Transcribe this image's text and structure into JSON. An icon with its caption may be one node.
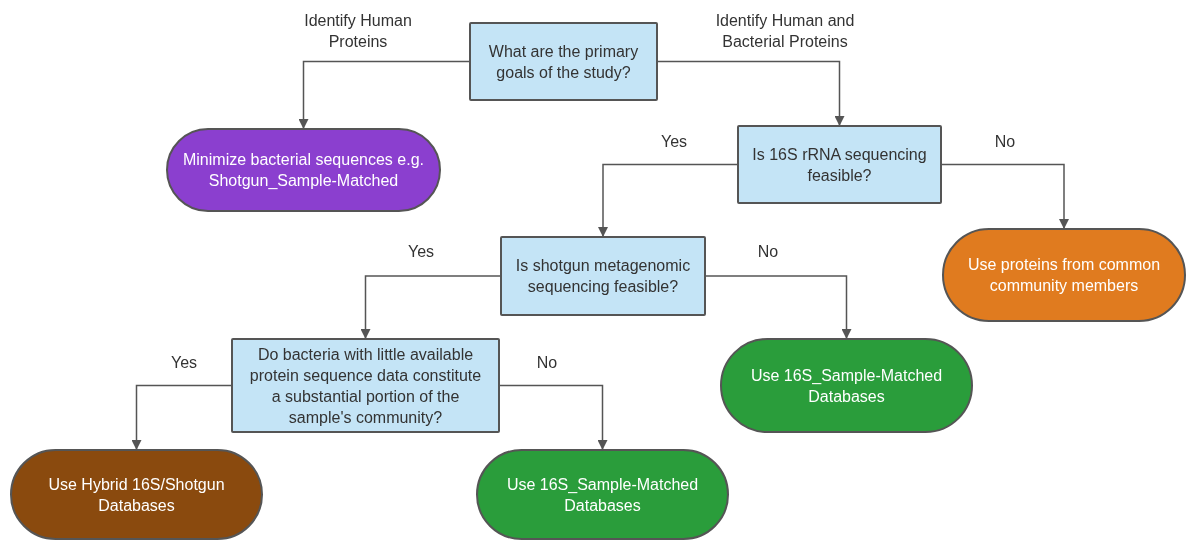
{
  "diagram": {
    "nodes": [
      {
        "text": [
          "What are the primary goals of the study?"
        ]
      },
      {
        "text": [
          "Minimize bacterial sequences e.g. Shotgun_Sample-Matched"
        ]
      },
      {
        "text": [
          "Is 16S rRNA sequencing feasible?"
        ]
      },
      {
        "text": [
          "Use proteins from common community members"
        ]
      },
      {
        "text": [
          "Is shotgun metagenomic sequencing feasible?"
        ]
      },
      {
        "text": [
          "Use 16S_Sample-Matched Databases"
        ]
      },
      {
        "text": [
          "Do bacteria with little available protein sequence data constitute a substantial portion of the sample's community?"
        ]
      },
      {
        "text": [
          "Use Hybrid 16S/Shotgun Databases"
        ]
      },
      {
        "text": [
          "Use 16S_Sample-Matched Databases"
        ]
      }
    ],
    "edges": [
      {
        "from": 0,
        "to": 1,
        "arrow": "to",
        "label": "Identify Human Proteins"
      },
      {
        "from": 0,
        "to": 2,
        "arrow": "to",
        "label": "Identify Human and Bacterial Proteins"
      },
      {
        "from": 2,
        "to": 4,
        "arrow": "to",
        "label": "Yes"
      },
      {
        "from": 2,
        "to": 3,
        "arrow": "to",
        "label": "No"
      },
      {
        "from": 4,
        "to": 6,
        "arrow": "to",
        "label": "Yes"
      },
      {
        "from": 4,
        "to": 5,
        "arrow": "to",
        "label": "No"
      },
      {
        "from": 6,
        "to": 7,
        "arrow": "to",
        "label": "Yes"
      },
      {
        "from": 6,
        "to": 8,
        "arrow": "to",
        "label": "No"
      }
    ]
  }
}
